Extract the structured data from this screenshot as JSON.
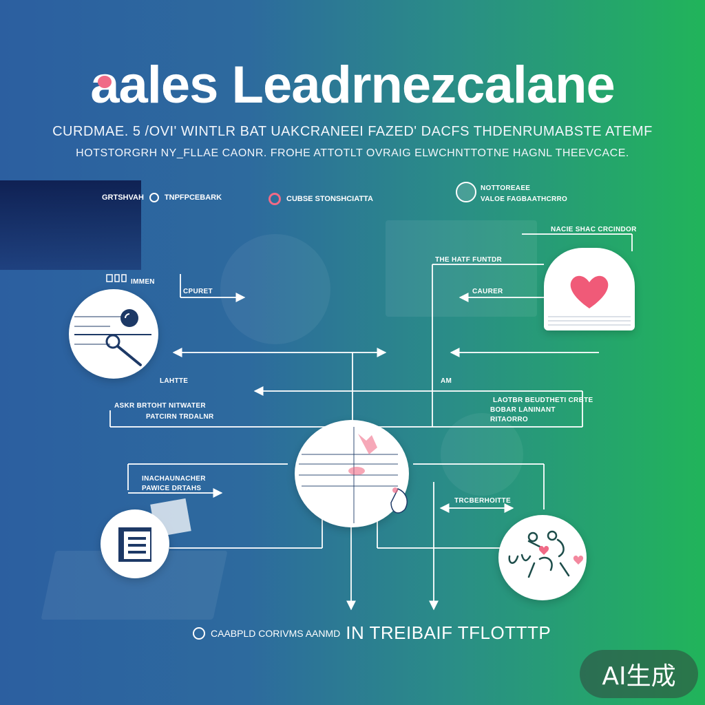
{
  "title": "aales Leadrnezcalane",
  "subtitle_line1": "CURDMAE. 5 /OVI' WINTLR BAT UAKCRANEEI FAZED' DACFS THDENRUMABSTE ATEMF",
  "subtitle_line2": "HOTSTORGRH NY_FLLAE CAONR. FROHE ATTOTLT OVRAIG ELWCHNTTOTNE HAGNL THEEVCACE.",
  "legend": {
    "item1": "GRTSHVAH",
    "item2": "TNPFPCEBARK",
    "item3": "CUBSE STONSHCIATTA"
  },
  "top_right_label": {
    "line1": "NOTTOREAEE",
    "line2": "VALOE FAGBAATHCRRO"
  },
  "labels": {
    "top_left_icon": "IMMEN",
    "cpuret": "CPURET",
    "lahtte": "LAHTTE",
    "left_row1": "ASKR BRTOHT NITWATER",
    "left_row2": "PATCIRN TRDALNR",
    "left_lower1": "INACHAUNACHER",
    "left_lower2": "PAWICE DRTAHS",
    "card_title": "NACIE SHAC CRCINDOR",
    "mid_right1": "THE HATF FUNTDR",
    "mid_right2": "CAURER",
    "am": "AM",
    "right_row1": "LAOTBR BEUDTHETI CRBTE",
    "right_row2": "BOBAR LANINANT",
    "right_row3": "RITAORRO",
    "right_lower": "TRCBERHOITTE"
  },
  "footer": {
    "small": "CAABPLD CORIVMS AANMD",
    "big": "IN TREIBAIF TFLOTTTP"
  },
  "badge": "AI生成",
  "colors": {
    "accent_pink": "#f06a86",
    "navy": "#1d3966",
    "gradient_left": "#2c5fa0",
    "gradient_right": "#21b45a"
  },
  "icons": {
    "top_left_node": "search-magnifier-icon",
    "card_node": "heart-icon",
    "center_node": "profile-head-icon",
    "bottom_left_node": "document-list-icon",
    "bottom_right_node": "team-people-icon"
  }
}
